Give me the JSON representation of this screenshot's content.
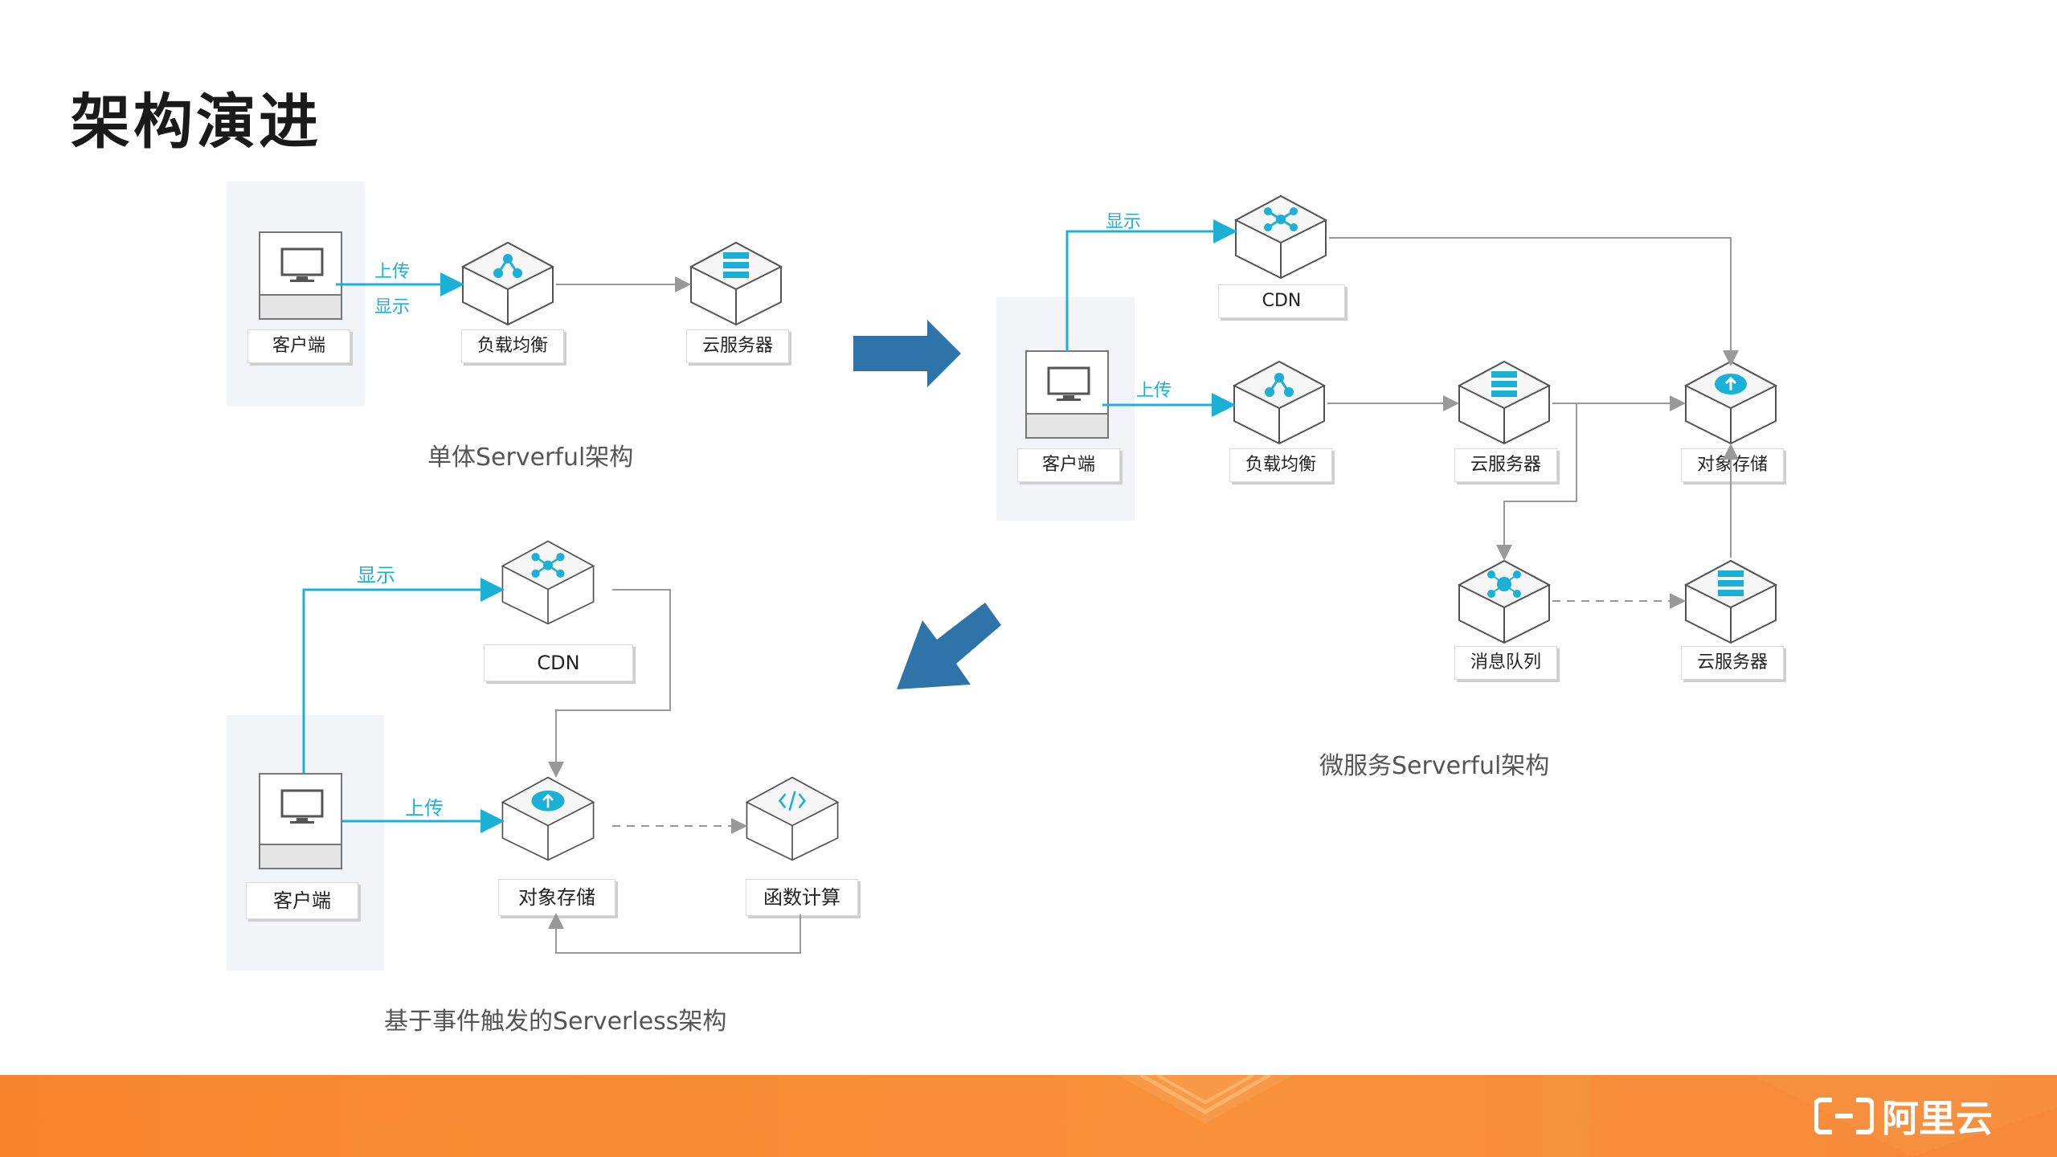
{
  "page": {
    "title": "架构演进"
  },
  "captions": {
    "mono": "单体Serverful架构",
    "micro": "微服务Serverful架构",
    "event": "基于事件触发的Serverless架构"
  },
  "mono": {
    "client": "客户端",
    "upload": "上传",
    "display": "显示",
    "lb": "负载均衡",
    "server": "云服务器"
  },
  "micro": {
    "display": "显示",
    "upload": "上传",
    "cdn": "CDN",
    "client": "客户端",
    "lb": "负载均衡",
    "server": "云服务器",
    "storage": "对象存储",
    "mq": "消息队列",
    "server2": "云服务器"
  },
  "event": {
    "display": "显示",
    "upload": "上传",
    "cdn": "CDN",
    "client": "客户端",
    "storage": "对象存储",
    "fc": "函数计算"
  },
  "brand": {
    "name": "阿里云"
  },
  "colors": {
    "flow": "#1bb0d6",
    "arrow": "#2f74a8",
    "footer": "#f7852e",
    "connector": "#999999"
  }
}
